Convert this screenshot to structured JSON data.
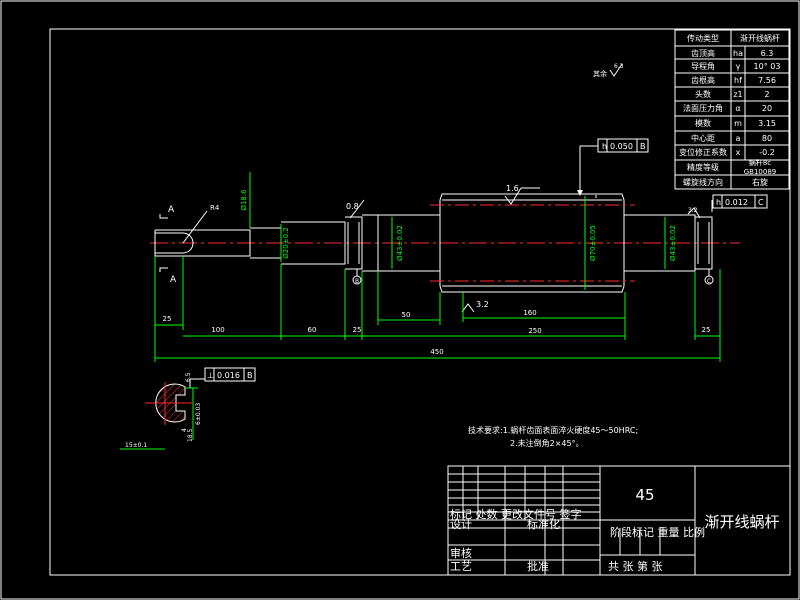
{
  "params_table": {
    "rows": [
      {
        "name": "传动类型",
        "symbol": "",
        "value": "渐开线蜗杆"
      },
      {
        "name": "齿顶高",
        "symbol": "ha",
        "value": "6.3"
      },
      {
        "name": "导程角",
        "symbol": "γ",
        "value": "10° 03"
      },
      {
        "name": "齿根高",
        "symbol": "hf",
        "value": "7.56"
      },
      {
        "name": "头数",
        "symbol": "z1",
        "value": "2"
      },
      {
        "name": "法面压力角",
        "symbol": "α",
        "value": "20"
      },
      {
        "name": "模数",
        "symbol": "m",
        "value": "3.15"
      },
      {
        "name": "中心距",
        "symbol": "a",
        "value": "80"
      },
      {
        "name": "变位修正系数",
        "symbol": "x",
        "value": "-0.2"
      },
      {
        "name": "精度等级",
        "symbol": "",
        "value": "蜗杆8c",
        "value2": "GB10089"
      },
      {
        "name": "螺旋线方向",
        "symbol": "",
        "value": "右旋"
      }
    ]
  },
  "annotations": {
    "other_roughness": "其余",
    "other_roughness_value": "6.3",
    "tol_top": {
      "sym": "h",
      "value": "0.050",
      "datum": "B"
    },
    "tol_right": {
      "sym": "h",
      "value": "0.012",
      "datum": "C"
    },
    "tol_section": {
      "sym": "⊥",
      "value": "0.016",
      "datum": "B"
    },
    "rough_1_6": "1.6",
    "rough_0_8": "0.8",
    "rough_3_2": "3.2",
    "rough_3_2b": "3.2",
    "rough_r4": "R4",
    "label_A_top": "A",
    "label_A_bottom": "A",
    "label_B": "B",
    "label_C": "C",
    "dia_left": "Ø18.6",
    "dia_mid1": "Ø20±0.2",
    "dia_mid2": "Ø43±0.02",
    "dia_center": "Ø70±0.05",
    "dia_right": "Ø43±0.02",
    "sec_dim1": "6.5",
    "sec_dim2": "6±0.03",
    "sec_dim3": "4",
    "sec_dim4": "18.5",
    "sec_dim5": "15±0.1"
  },
  "dimensions": {
    "d25_left": "25",
    "d100": "100",
    "d60": "60",
    "d25_mid": "25",
    "d50": "50",
    "d160": "160",
    "d250": "250",
    "d25_right": "25",
    "d450": "450"
  },
  "tech_notes": {
    "line1": "技术要求:1.蜗杆齿面表面淬火硬度45～50HRC;",
    "line2": "2.未注倒角2×45°。"
  },
  "title_block": {
    "material": "45",
    "part_name": "渐开线蜗杆",
    "row_marks": "标记 处数 更改文件号 签字",
    "design": "设计",
    "standardize": "标准化",
    "stage": "阶段标记 重量 比例",
    "review": "审核",
    "process": "工艺",
    "approve": "批准",
    "sheets": "共    张  第    张"
  }
}
